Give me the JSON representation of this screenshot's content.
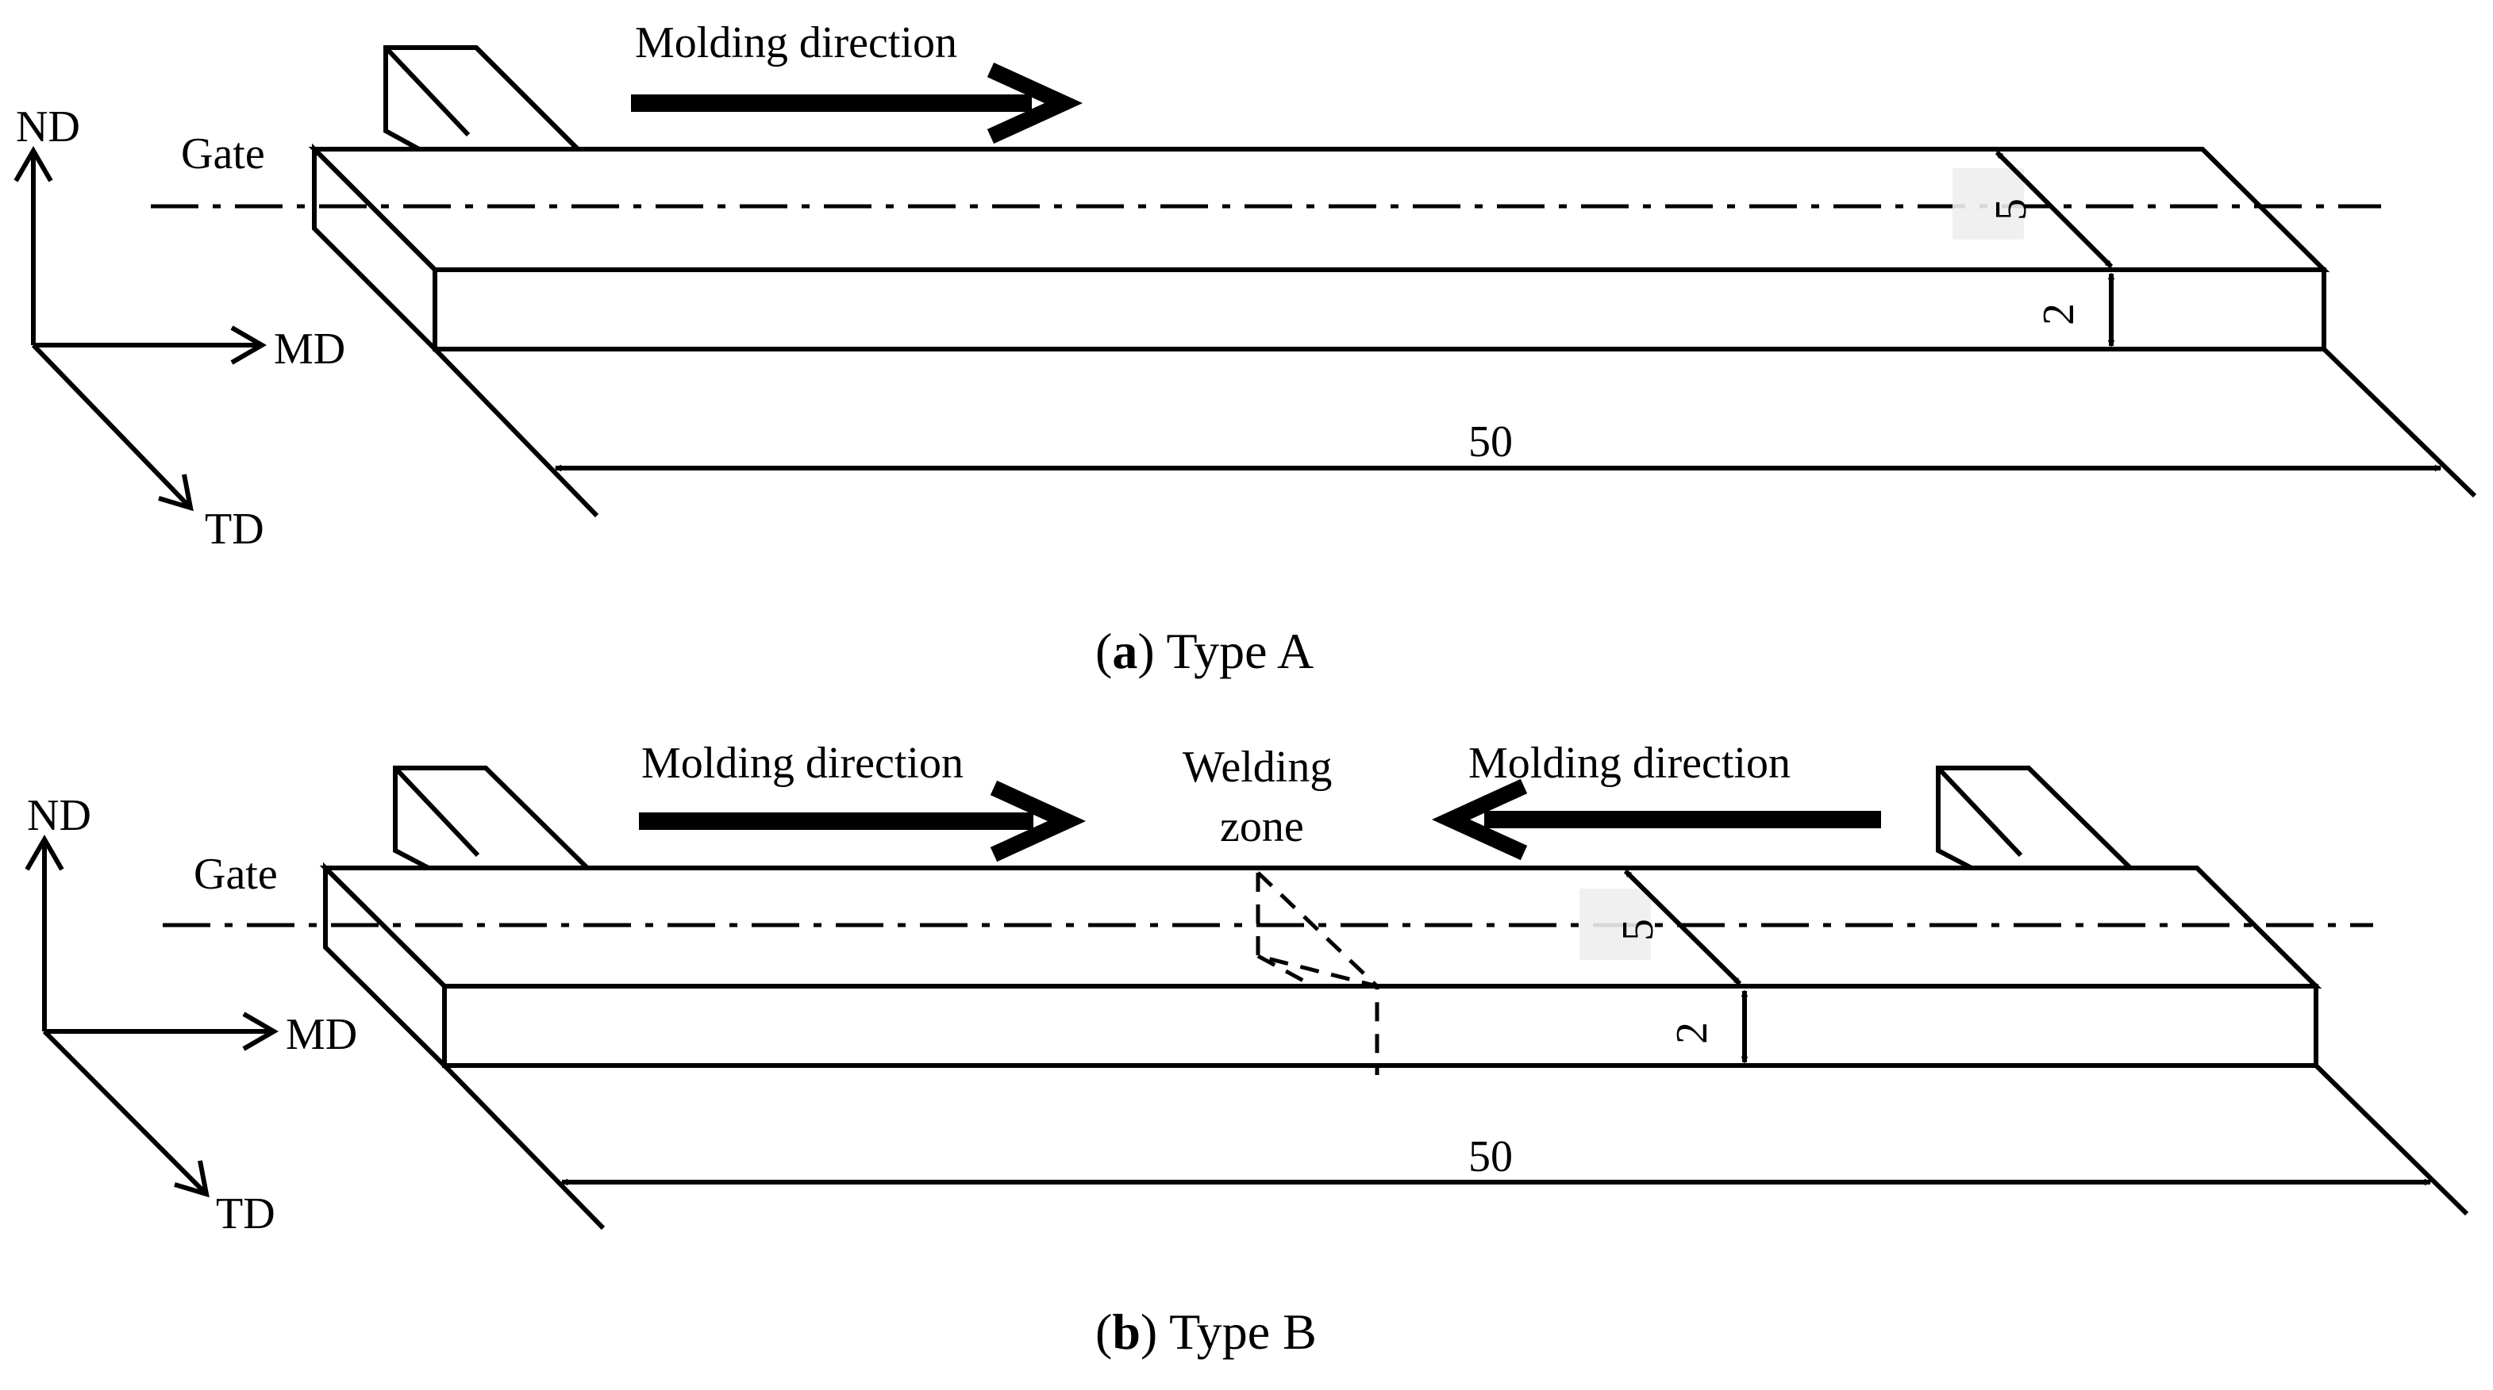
{
  "colors": {
    "top_face": "#d9d9d9",
    "line": "#000000",
    "background": "#ffffff"
  },
  "panel_a": {
    "gate_label": "Gate",
    "molding_direction_label": "Molding direction",
    "axis_nd": "ND",
    "axis_md": "MD",
    "axis_td": "TD",
    "dim_width": "5",
    "dim_thickness": "2",
    "dim_length": "50",
    "caption_letter": "a",
    "caption_text": "Type A"
  },
  "panel_b": {
    "gate_label": "Gate",
    "molding_direction_left_label": "Molding direction",
    "molding_direction_right_label": "Molding direction",
    "welding_label_line1": "Welding",
    "welding_label_line2": "zone",
    "axis_nd": "ND",
    "axis_md": "MD",
    "axis_td": "TD",
    "dim_width": "5",
    "dim_thickness": "2",
    "dim_length": "50",
    "caption_letter": "b",
    "caption_text": "Type B"
  }
}
